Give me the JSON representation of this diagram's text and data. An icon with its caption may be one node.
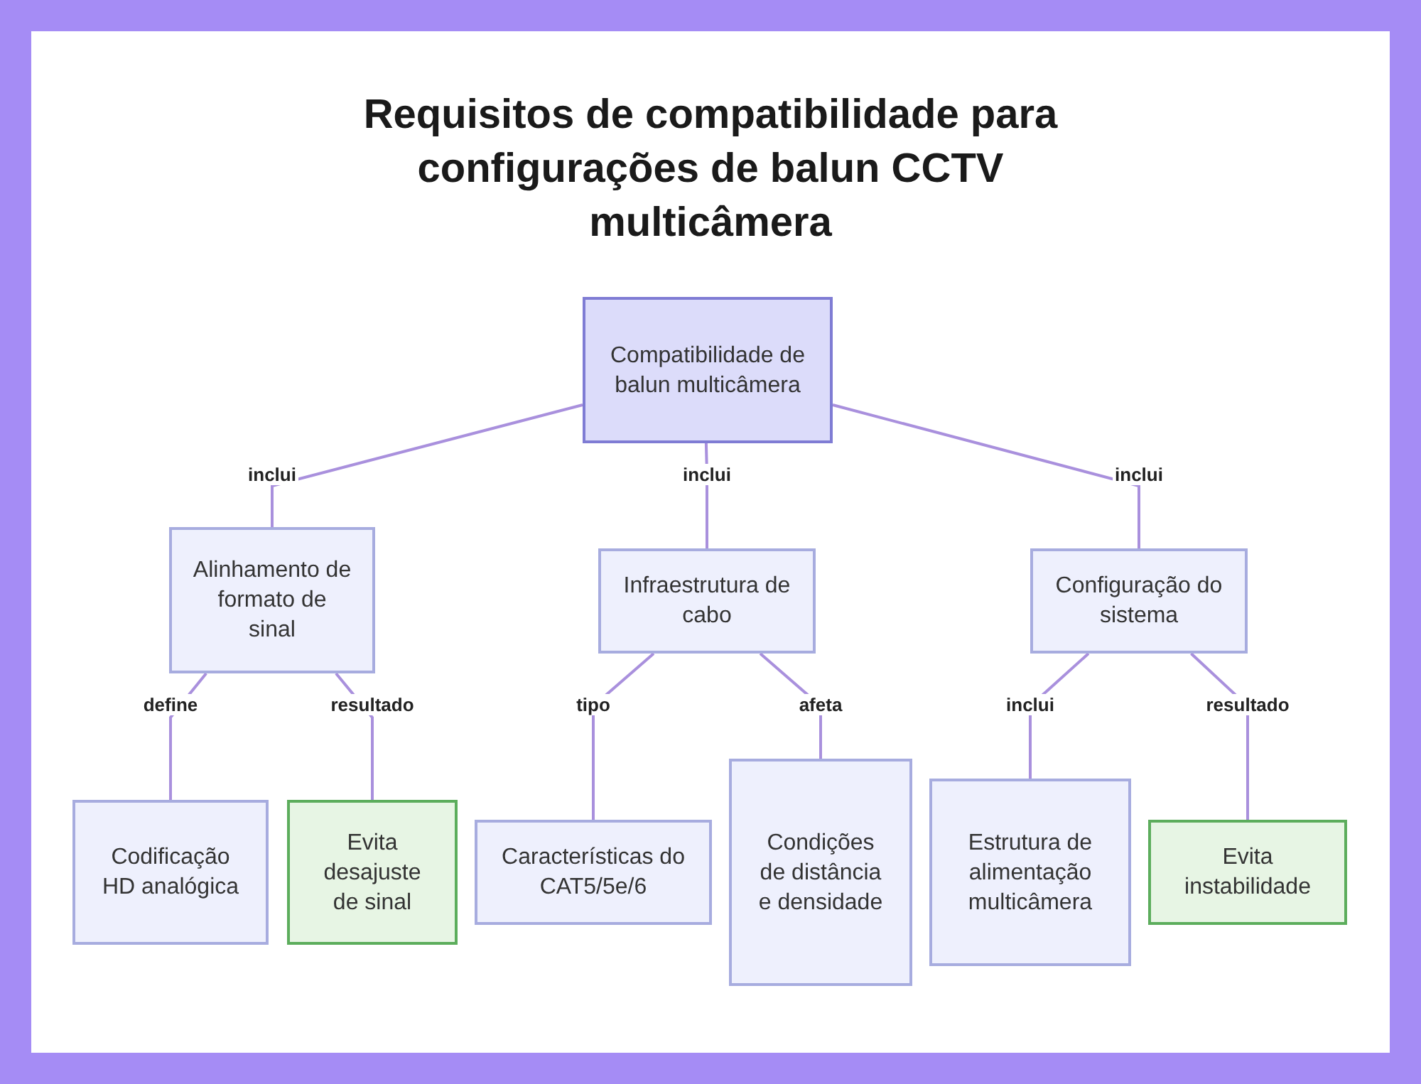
{
  "diagram": {
    "title": "Requisitos de compatibilidade para configurações de balun CCTV multicâmera",
    "nodes": [
      {
        "text": [
          "Compatibilidade de balun multicâmera"
        ]
      },
      {
        "text": [
          "Alinhamento de formato de sinal"
        ]
      },
      {
        "text": [
          "Infraestrutura de cabo"
        ]
      },
      {
        "text": [
          "Configuração do sistema"
        ]
      },
      {
        "text": [
          "Codificação HD analógica"
        ]
      },
      {
        "text": [
          "Evita desajuste de sinal"
        ]
      },
      {
        "text": [
          "Características do CAT5/5e/6"
        ]
      },
      {
        "text": [
          "Condições de distância e densidade"
        ]
      },
      {
        "text": [
          "Estrutura de alimentação multicâmera"
        ]
      },
      {
        "text": [
          "Evita instabilidade"
        ]
      }
    ],
    "edges": [
      {
        "from": 0,
        "to": 1,
        "arrow": "none",
        "label": "inclui"
      },
      {
        "from": 0,
        "to": 2,
        "arrow": "none",
        "label": "inclui"
      },
      {
        "from": 0,
        "to": 3,
        "arrow": "none",
        "label": "inclui"
      },
      {
        "from": 1,
        "to": 4,
        "arrow": "none",
        "label": "define"
      },
      {
        "from": 1,
        "to": 5,
        "arrow": "none",
        "label": "resultado"
      },
      {
        "from": 2,
        "to": 6,
        "arrow": "none",
        "label": "tipo"
      },
      {
        "from": 2,
        "to": 7,
        "arrow": "none",
        "label": "afeta"
      },
      {
        "from": 3,
        "to": 8,
        "arrow": "none",
        "label": "inclui"
      },
      {
        "from": 3,
        "to": 9,
        "arrow": "none",
        "label": "resultado"
      }
    ]
  }
}
